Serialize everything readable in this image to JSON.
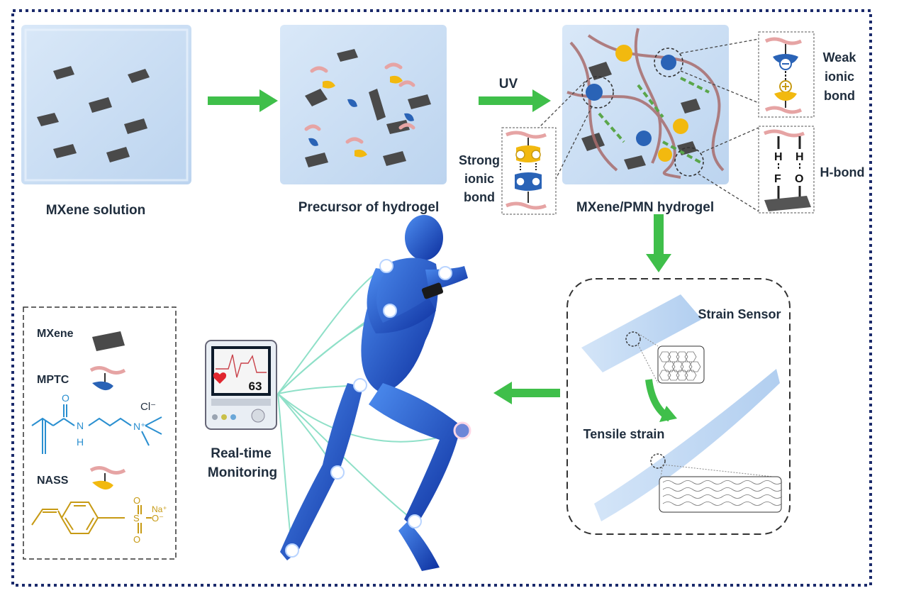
{
  "process": {
    "step1_label": "MXene solution",
    "step2_label": "Precursor of hydrogel",
    "uv_label": "UV",
    "step3_label": "MXene/PMN hydrogel",
    "strong_ionic_bond": [
      "Strong",
      "ionic",
      "bond"
    ],
    "weak_ionic_bond": [
      "Weak",
      "ionic",
      "bond"
    ],
    "h_bond_label": "H-bond",
    "h_bond_atoms": {
      "h1": "H",
      "h2": "H",
      "f": "F",
      "o": "O"
    }
  },
  "sensor": {
    "strain_sensor_label": "Strain Sensor",
    "tensile_strain_label": "Tensile strain"
  },
  "monitoring": {
    "label_line1": "Real-time",
    "label_line2": "Monitoring",
    "heart_rate": "63"
  },
  "legend": {
    "mxene_label": "MXene",
    "mptc_label": "MPTC",
    "mptc_counterion": "Cl⁻",
    "mptc_atoms": {
      "o": "O",
      "n1": "N",
      "h": "H",
      "n_plus": "N⁺"
    },
    "nass_label": "NASS",
    "nass_counterion": "Na⁺",
    "nass_atoms": {
      "s": "S",
      "o_top": "O",
      "o_bottom": "O",
      "o_minus": "O⁻"
    }
  },
  "colors": {
    "frame": "#1b2a6b",
    "arrow": "#3fbf4a",
    "panel_fill": "#c9def4",
    "mxene": "#4a4a4a",
    "mptc_blue": "#2a63b6",
    "nass_yellow": "#f2b90f",
    "chain_pink": "#e6a4a4",
    "body_blue": "#1f55d6",
    "wire": "#8fe0c8",
    "mptc_structure": "#2a8fd0",
    "nass_structure": "#c79a14"
  }
}
